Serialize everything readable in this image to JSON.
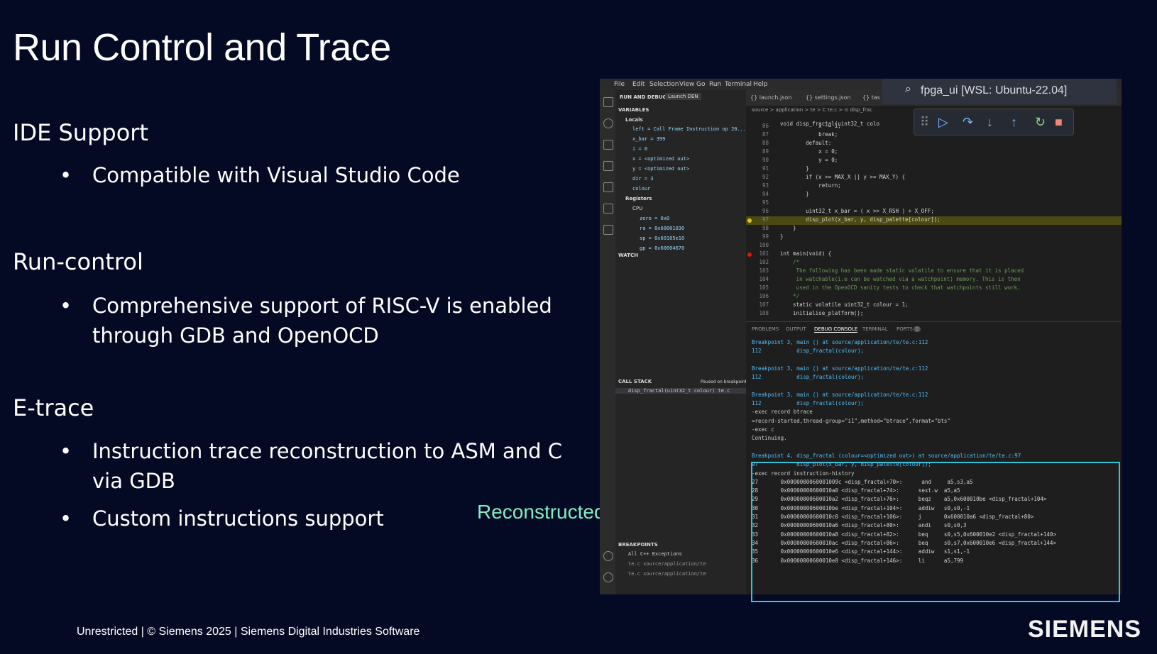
{
  "slide": {
    "title": "Run Control and Trace",
    "sections": [
      {
        "heading": "IDE Support",
        "bullets": [
          "Compatible with Visual Studio Code"
        ]
      },
      {
        "heading": "Run-control",
        "bullets": [
          "Comprehensive support of RISC-V is enabled",
          "through GDB and OpenOCD"
        ]
      },
      {
        "heading": "E-trace",
        "bullets": [
          "Instruction trace reconstruction to ASM and C",
          "via GDB",
          "Custom instructions support"
        ]
      }
    ],
    "bullet_glyph": "•",
    "annotation": "Reconstructed E-trace",
    "footer": "Unrestricted | © Siemens 2025 | Siemens Digital Industries Software",
    "logo": "SIEMENS"
  },
  "vscode": {
    "menu": [
      "File",
      "Edit",
      "Selection",
      "View",
      "Go",
      "Run",
      "Terminal",
      "Help"
    ],
    "window_title": "fpga_ui [WSL: Ubuntu-22.04]",
    "run_label": "RUN AND DEBUG",
    "launch": "Launch DEN",
    "tabs": [
      "{} launch.json",
      "{} settings.json",
      "{} tas"
    ],
    "breadcrumb": "source > application > te > C te.c > ⊙ disp_frac",
    "signature": "void disp_fractal(uint32_t colo",
    "variables_head": "VARIABLES",
    "locals_head": "Locals",
    "locals": [
      "left = Call Frame Instruction op 20...",
      "x_bar = 399",
      "i = 0",
      "x = <optimized out>",
      "y = <optimized out>",
      "dir = 3",
      "colour"
    ],
    "registers_head": "Registers",
    "cpu_head": "CPU",
    "registers": [
      "zero = 0x0",
      "ra = 0x60001030",
      "sp = 0x60105e10",
      "gp = 0x60004670"
    ],
    "watch_head": "WATCH",
    "callstack_head": "CALL STACK",
    "callstack_status": "Paused on breakpoint",
    "callstack_frame": "disp_fractal(uint32_t colour)   te.c",
    "breakpoints_head": "BREAKPOINTS",
    "breakpoints": [
      "All C++ Exceptions",
      "te.c  source/application/te",
      "te.c  source/application/te"
    ],
    "code": [
      {
        "n": "86",
        "t": "            x -= 1;"
      },
      {
        "n": "87",
        "t": "            break;"
      },
      {
        "n": "88",
        "t": "        default:"
      },
      {
        "n": "89",
        "t": "            x = 0;"
      },
      {
        "n": "90",
        "t": "            y = 0;"
      },
      {
        "n": "91",
        "t": "        }"
      },
      {
        "n": "92",
        "t": "        if (x >= MAX_X || y >= MAX_Y) {"
      },
      {
        "n": "93",
        "t": "            return;"
      },
      {
        "n": "94",
        "t": "        }"
      },
      {
        "n": "95",
        "t": ""
      },
      {
        "n": "96",
        "t": "        uint32_t x_bar = ( x >> X_RSH ) + X_OFF;"
      },
      {
        "n": "97",
        "t": "        disp_plot(x_bar, y, disp_palette[colour]);"
      },
      {
        "n": "98",
        "t": "    }"
      },
      {
        "n": "99",
        "t": "}"
      },
      {
        "n": "100",
        "t": ""
      },
      {
        "n": "101",
        "t": "int main(void) {"
      },
      {
        "n": "102",
        "t": "    /*"
      },
      {
        "n": "103",
        "t": "     The following has been made static volatile to ensure that it is placed"
      },
      {
        "n": "104",
        "t": "     in watchable(i.e can be watched via a watchpoint) memory. This is then"
      },
      {
        "n": "105",
        "t": "     used in the OpenOCD sanity tests to check that watchpoints still work."
      },
      {
        "n": "106",
        "t": "    */"
      },
      {
        "n": "107",
        "t": "    static volatile uint32_t colour = 1;"
      },
      {
        "n": "108",
        "t": "    initialise_platform();"
      }
    ],
    "panel_tabs": [
      "PROBLEMS",
      "OUTPUT",
      "DEBUG CONSOLE",
      "TERMINAL",
      "PORTS",
      "2"
    ],
    "console": [
      "Breakpoint 3, main () at source/application/te/te.c:112",
      "112           disp_fractal(colour);",
      "",
      "Breakpoint 3, main () at source/application/te/te.c:112",
      "112           disp_fractal(colour);",
      "",
      "Breakpoint 3, main () at source/application/te/te.c:112",
      "112           disp_fractal(colour);",
      "-exec record btrace",
      "=record-started,thread-group=\"i1\",method=\"btrace\",format=\"bts\"",
      "-exec c",
      "Continuing.",
      "",
      "Breakpoint 4, disp_fractal (colour=<optimized out>) at source/application/te/te.c:97",
      "97            disp_plot(x_bar, y, disp_palette[colour]);",
      "-exec record instruction-history",
      "27       0x0000000060001009c <disp_fractal+70>:      and     a5,s3,a5",
      "28       0x00000000600010a0 <disp_fractal+74>:      sext.w  a5,a5",
      "29       0x00000000600010a2 <disp_fractal+76>:      beqz    a5,0x600010be <disp_fractal+104>",
      "30       0x00000000600010be <disp_fractal+104>:     addiw   s0,s0,-1",
      "31       0x00000000600010c0 <disp_fractal+106>:     j       0x600010a6 <disp_fractal+80>",
      "32       0x00000000600010a6 <disp_fractal+80>:      andi    s0,s0,3",
      "33       0x00000000600010a8 <disp_fractal+82>:      beq     s0,s5,0x600010e2 <disp_fractal+140>",
      "34       0x00000000600010ac <disp_fractal+86>:      beq     s0,s7,0x600010e6 <disp_fractal+144>",
      "35       0x00000000600010e6 <disp_fractal+144>:     addiw   s1,s1,-1",
      "36       0x00000000600010e8 <disp_fractal+146>:     li      a5,799"
    ]
  }
}
